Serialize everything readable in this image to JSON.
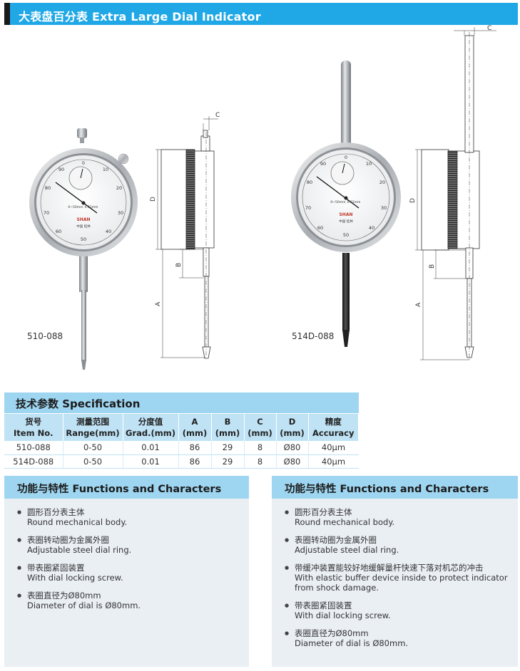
{
  "header": {
    "title": "大表盘百分表 Extra Large Dial Indicator"
  },
  "products": [
    {
      "model": "510-088"
    },
    {
      "model": "514D-088"
    }
  ],
  "drawing": {
    "dim_a": "A",
    "dim_b": "B",
    "dim_c": "C",
    "dim_d": "D"
  },
  "dial": {
    "top_marks": [
      "0",
      "10",
      "20",
      "30",
      "40",
      "50",
      "60",
      "70",
      "80",
      "90"
    ],
    "range_text": "0~50mm",
    "grad_text": "0.01mm",
    "brand": "SHAN",
    "maker": "中国  桂林"
  },
  "spec": {
    "title": "技术参数 Specification",
    "columns": [
      {
        "zh": "货号",
        "en": "Item No."
      },
      {
        "zh": "测量范围",
        "en": "Range(mm)"
      },
      {
        "zh": "分度值",
        "en": "Grad.(mm)"
      },
      {
        "zh": "A",
        "en": "(mm)"
      },
      {
        "zh": "B",
        "en": "(mm)"
      },
      {
        "zh": "C",
        "en": "(mm)"
      },
      {
        "zh": "D",
        "en": "(mm)"
      },
      {
        "zh": "精度",
        "en": "Accuracy"
      }
    ],
    "rows": [
      [
        "510-088",
        "0-50",
        "0.01",
        "86",
        "29",
        "8",
        "Ø80",
        "40μm"
      ],
      [
        "514D-088",
        "0-50",
        "0.01",
        "86",
        "29",
        "8",
        "Ø80",
        "40μm"
      ]
    ]
  },
  "features_left": {
    "title": "功能与特性 Functions and Characters",
    "items": [
      {
        "zh": "圆形百分表主体",
        "en": "Round mechanical body."
      },
      {
        "zh": "表圈转动圈为金属外圈",
        "en": "Adjustable steel dial ring."
      },
      {
        "zh": "带表圈紧固装置",
        "en": "With dial locking screw."
      },
      {
        "zh": "表圈直径为Ø80mm",
        "en": "Diameter of dial is Ø80mm."
      }
    ]
  },
  "features_right": {
    "title": "功能与特性 Functions and Characters",
    "items": [
      {
        "zh": "圆形百分表主体",
        "en": "Round mechanical body."
      },
      {
        "zh": "表圈转动圈为金属外圈",
        "en": "Adjustable steel dial ring."
      },
      {
        "zh": "带缓冲装置能较好地缓解量杆快速下落对机芯的冲击",
        "en": "With elastic buffer device inside to protect indicator from shock damage."
      },
      {
        "zh": "带表圈紧固装置",
        "en": "With dial locking screw."
      },
      {
        "zh": "表圈直径为Ø80mm",
        "en": "Diameter of dial is Ø80mm."
      }
    ]
  }
}
